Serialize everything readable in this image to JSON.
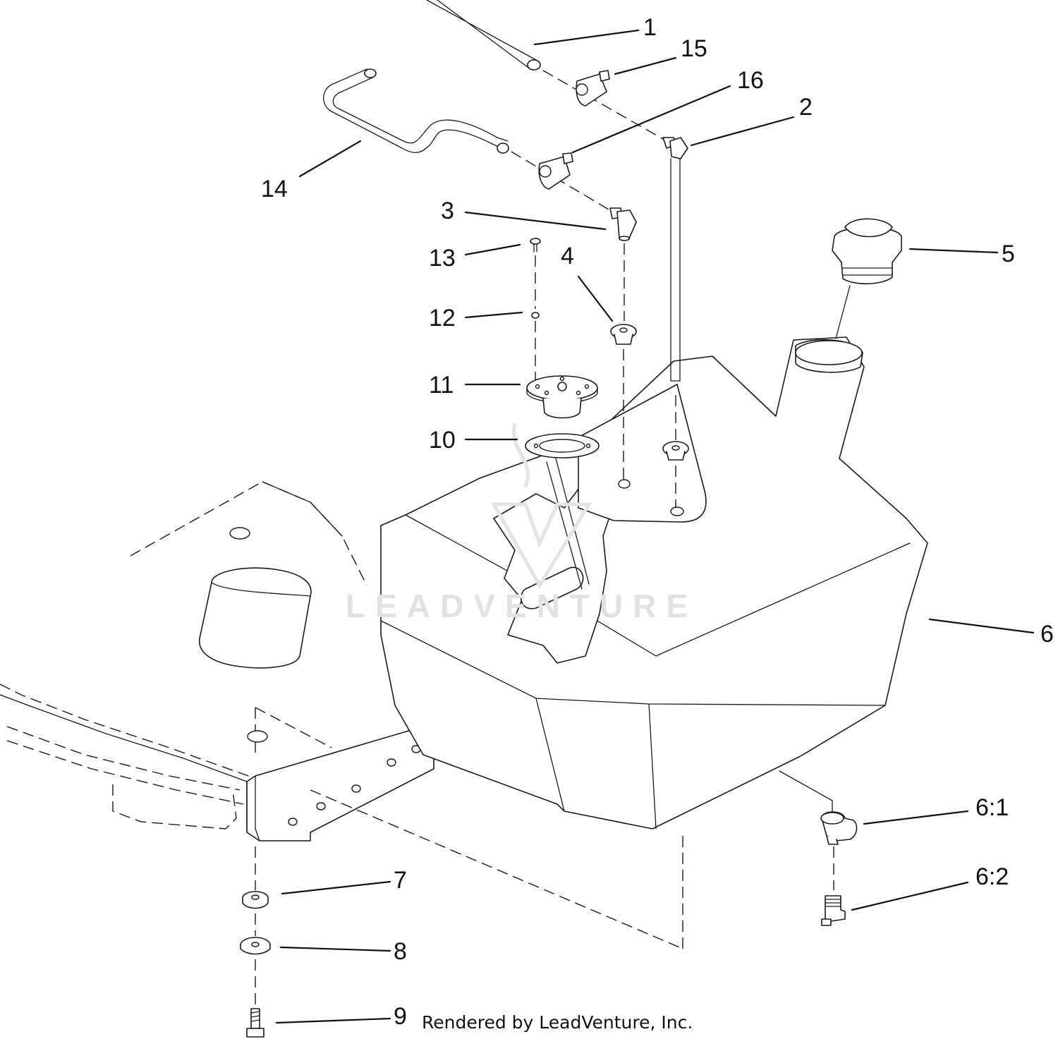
{
  "watermark": {
    "text": "LEADVENTURE"
  },
  "footer": {
    "credit": "Rendered by LeadVenture, Inc."
  },
  "callouts": {
    "c1": "1",
    "c2": "2",
    "c3": "3",
    "c4": "4",
    "c5": "5",
    "c6": "6",
    "c6_1": "6:1",
    "c6_2": "6:2",
    "c7": "7",
    "c8": "8",
    "c9": "9",
    "c10": "10",
    "c11": "11",
    "c12": "12",
    "c13": "13",
    "c14": "14",
    "c15": "15",
    "c16": "16"
  },
  "colors": {
    "line": "#1a1a1a",
    "background": "#ffffff",
    "watermark": "#e2e2e2"
  }
}
